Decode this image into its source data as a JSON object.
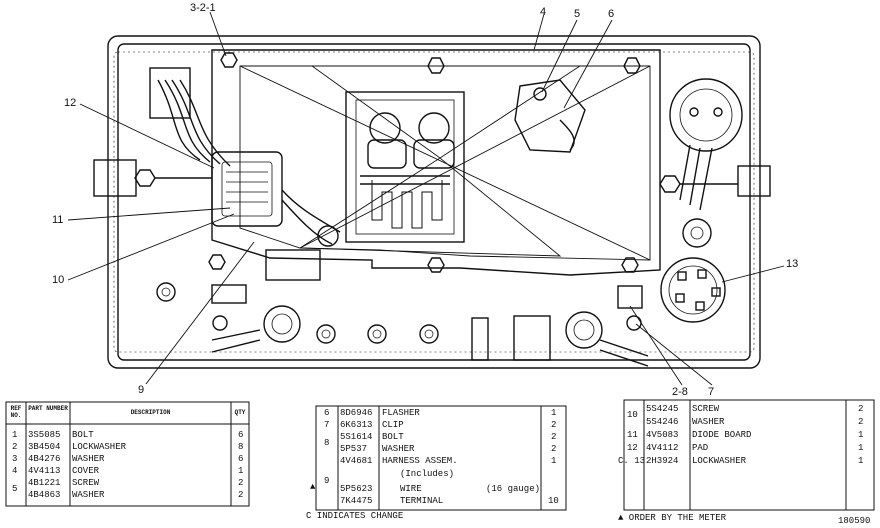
{
  "callouts": {
    "c321": "3-2-1",
    "c4": "4",
    "c5": "5",
    "c6": "6",
    "c12": "12",
    "c11": "11",
    "c10": "10",
    "c13": "13",
    "c9": "9",
    "c28": "2-8",
    "c7": "7"
  },
  "table1": {
    "headers": [
      "REF NO.",
      "PART NUMBER",
      "DESCRIPTION",
      "QTY"
    ],
    "rows": [
      {
        "ref": "1",
        "part": "3S5085",
        "desc": "BOLT",
        "qty": "6"
      },
      {
        "ref": "2",
        "part": "3B4504",
        "desc": "LOCKWASHER",
        "qty": "8"
      },
      {
        "ref": "3",
        "part": "4B4276",
        "desc": "WASHER",
        "qty": "6"
      },
      {
        "ref": "4",
        "part": "4V4113",
        "desc": "COVER",
        "qty": "1"
      },
      {
        "ref": "5",
        "part": "4B1221",
        "desc": "SCREW",
        "qty": "2"
      },
      {
        "ref": "",
        "part": "4B4863",
        "desc": "WASHER",
        "qty": "2"
      }
    ]
  },
  "table2": {
    "rows": [
      {
        "ref": "6",
        "part": "8D6946",
        "desc": "FLASHER",
        "qty": "1"
      },
      {
        "ref": "7",
        "part": "6K6313",
        "desc": "CLIP",
        "qty": "2"
      },
      {
        "ref": "8",
        "part": "5S1614",
        "desc": "BOLT",
        "qty": "2"
      },
      {
        "ref": "",
        "part": "5P537",
        "desc": "WASHER",
        "qty": "2"
      },
      {
        "ref": "9",
        "part": "4V4681",
        "desc": "HARNESS ASSEM.",
        "qty": "1"
      },
      {
        "ref": "",
        "part": "",
        "desc": "(Includes)",
        "qty": ""
      },
      {
        "ref": "",
        "part": "5P5623",
        "desc": "WIRE",
        "qty": ""
      },
      {
        "ref": "",
        "part": "7K4475",
        "desc": "TERMINAL",
        "qty": "10"
      }
    ],
    "wire_note": "(16 gauge)",
    "mark": "▲"
  },
  "table3": {
    "rows": [
      {
        "ref": "10",
        "part": "5S4245",
        "desc": "SCREW",
        "qty": "2"
      },
      {
        "ref": "",
        "part": "5S4246",
        "desc": "WASHER",
        "qty": "2"
      },
      {
        "ref": "11",
        "part": "4V5083",
        "desc": "DIODE BOARD",
        "qty": "1"
      },
      {
        "ref": "12",
        "part": "4V4112",
        "desc": "PAD",
        "qty": "1"
      },
      {
        "ref": "C. 13",
        "part": "2H3924",
        "desc": "LOCKWASHER",
        "qty": "1"
      }
    ]
  },
  "footnotes": {
    "change": "C INDICATES CHANGE",
    "order": "▲ ORDER BY THE METER",
    "fig_number": "180590"
  }
}
